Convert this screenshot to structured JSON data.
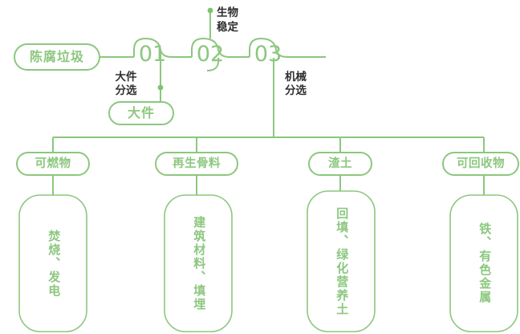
{
  "diagram": {
    "type": "process-flowchart",
    "orientation": "left-to-right-then-branching-down",
    "accent_color": "#8CC77F",
    "label_color": "#2f2f2f",
    "background": "#ffffff"
  },
  "source": {
    "label": "陈腐垃圾"
  },
  "stages": [
    {
      "number": "01",
      "label": "大件分选",
      "label_line1": "大件",
      "label_line2": "分选",
      "output": "大件"
    },
    {
      "number": "02",
      "label": "生物稳定",
      "label_line1": "生物",
      "label_line2": "稳定",
      "output": null
    },
    {
      "number": "03",
      "label": "机械分选",
      "label_line1": "机械",
      "label_line2": "分选",
      "output": null
    }
  ],
  "outputs": [
    {
      "category": "可燃物",
      "uses": "焚烧、发电"
    },
    {
      "category": "再生骨料",
      "uses": "建筑材料、填埋"
    },
    {
      "category": "渣土",
      "uses": "回填、绿化营养土"
    },
    {
      "category": "可回收物",
      "uses": "铁、有色金属"
    }
  ]
}
